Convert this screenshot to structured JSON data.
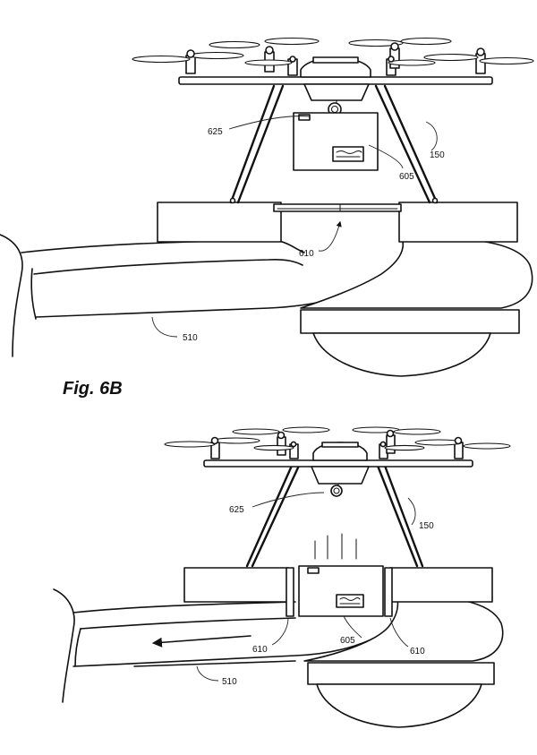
{
  "figure_label": "Fig. 6B",
  "top_view": {
    "refs": {
      "r625": "625",
      "r150": "150",
      "r605": "605",
      "r610": "610",
      "r510": "510"
    }
  },
  "bottom_view": {
    "refs": {
      "r625": "625",
      "r150": "150",
      "r605": "605",
      "r610_left": "610",
      "r610_right": "610",
      "r510": "510"
    }
  }
}
